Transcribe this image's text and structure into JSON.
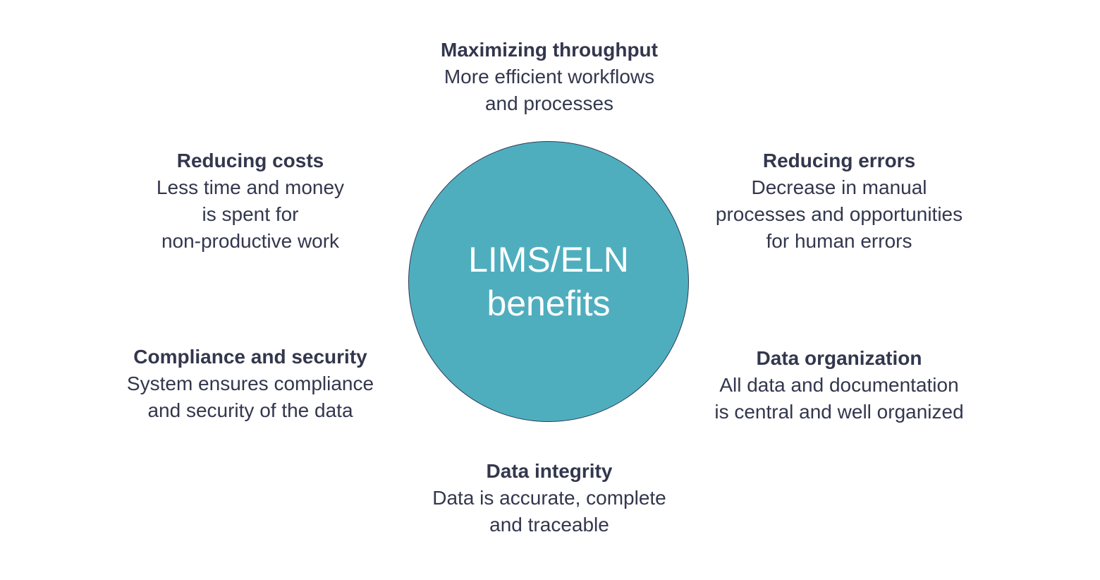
{
  "center": {
    "line1": "LIMS/ELN",
    "line2": "benefits"
  },
  "benefits": [
    {
      "title": "Maximizing throughput",
      "description": "More efficient workflows\nand processes"
    },
    {
      "title": "Reducing costs",
      "description": "Less time and money\nis spent for\nnon-productive work"
    },
    {
      "title": "Reducing errors",
      "description": "Decrease in manual\nprocesses and opportunities\nfor human errors"
    },
    {
      "title": "Compliance and security",
      "description": "System ensures compliance\nand security of the data"
    },
    {
      "title": "Data organization",
      "description": "All data and documentation\nis central and well organized"
    },
    {
      "title": "Data integrity",
      "description": "Data is accurate, complete\nand traceable"
    }
  ],
  "colors": {
    "circle": "#4faebe",
    "text": "#33374d"
  }
}
